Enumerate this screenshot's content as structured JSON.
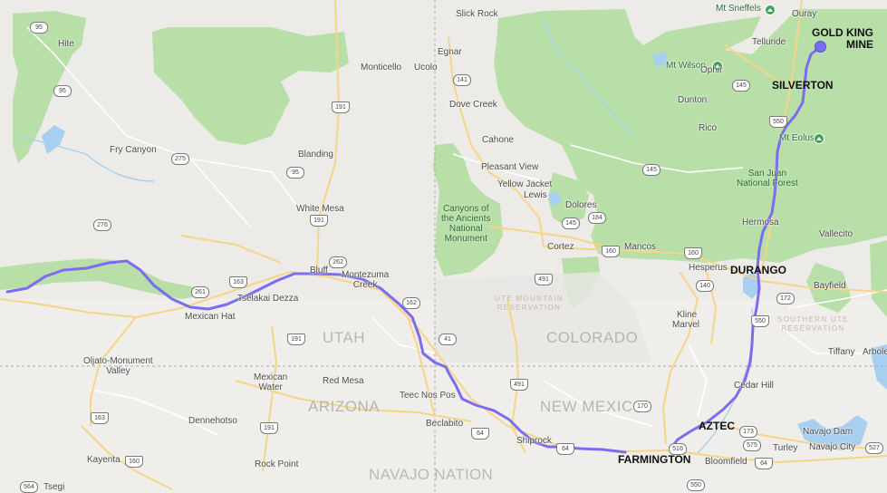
{
  "map": {
    "states": [
      "UTAH",
      "COLORADO",
      "ARIZONA",
      "NEW MEXICO"
    ],
    "regions": [
      "NAVAJO NATION"
    ],
    "reservations": [
      {
        "name": "UTE MOUNTAIN\nRESERVATION"
      },
      {
        "name": "SOUTHERN UTE\nRESERVATION"
      }
    ],
    "route_annotations": {
      "gold_king_mine": "GOLD KING\nMINE",
      "silverton": "SILVERTON",
      "durango": "DURANGO",
      "aztec": "AZTEC",
      "farmington": "FARMINGTON"
    },
    "forest_labels": [
      "Canyons of\nthe Ancients\nNational\nMonument",
      "San Juan\nNational Forest"
    ],
    "poi_labels": [
      "Mt Sneffels",
      "Mt Wilson",
      "Mt Eolus"
    ],
    "towns": [
      "Slick Rock",
      "Ouray",
      "Telluride",
      "Hite",
      "Monticello",
      "Ucolo",
      "Egnar",
      "Dove Creek",
      "Ophir",
      "Dunton",
      "Fry Canyon",
      "Blanding",
      "Cahone",
      "Rico",
      "Pleasant View",
      "Yellow Jacket",
      "Lewis",
      "Dolores",
      "White Mesa",
      "Cortez",
      "Mancos",
      "Hermosa",
      "Vallecito",
      "Hesperus",
      "Bluff",
      "Montezuma\nCreek",
      "Tselakai Dezza",
      "Mexican Hat",
      "Bayfield",
      "Kline",
      "Marvel",
      "Oljato-Monument\nValley",
      "Mexican\nWater",
      "Red Mesa",
      "Teec Nos Pos",
      "Tiffany",
      "Arboles",
      "Cedar Hill",
      "Beclabito",
      "Shiprock",
      "Dennehotso",
      "Navajo Dam",
      "Turley",
      "Navajo City",
      "Bloomfield",
      "Kayenta",
      "Rock Point",
      "Tsegi"
    ],
    "shields": [
      "95",
      "95",
      "141",
      "191",
      "145",
      "550",
      "275",
      "95",
      "145",
      "191",
      "145",
      "184",
      "276",
      "160",
      "160",
      "491",
      "262",
      "163",
      "261",
      "162",
      "140",
      "172",
      "550",
      "41",
      "191",
      "491",
      "170",
      "163",
      "64",
      "173",
      "191",
      "160",
      "64",
      "575",
      "516",
      "64",
      "550",
      "564",
      "527"
    ]
  }
}
